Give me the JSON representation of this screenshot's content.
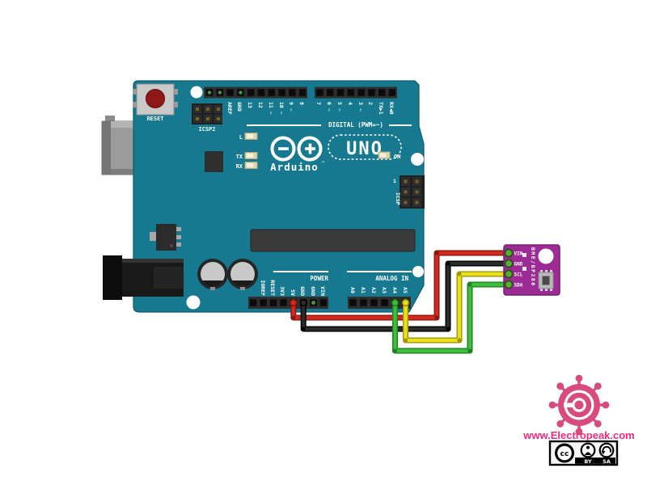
{
  "canvas": {
    "background": "#ffffff"
  },
  "arduino": {
    "board_color": "#17798F",
    "brand": "Arduino",
    "trademark": "™",
    "model": "UNO",
    "reset_label": "RESET",
    "icsp2_label": "ICSP2",
    "icsp_label": "ICSP",
    "icsp_pin1_label": "1",
    "led_l_label": "L",
    "led_tx_label": "TX",
    "led_rx_label": "RX",
    "on_label": "ON",
    "digital_caption": "DIGITAL (PWM=~)",
    "power_caption": "POWER",
    "analog_caption": "ANALOG IN",
    "digital_left_labels": [
      "AREF",
      "GND",
      "13",
      "12",
      "11 ~",
      "10 ~",
      "9 ~",
      "8"
    ],
    "digital_right_labels": [
      "7",
      "6 ~",
      "5 ~",
      "4",
      "3 ~",
      "2",
      "TX▶1",
      "RX◀0"
    ],
    "power_labels": [
      "IOREF",
      "RESET",
      "3V3",
      "5V",
      "GND",
      "GND",
      "VIN"
    ],
    "analog_labels": [
      "A0",
      "A1",
      "A2",
      "A3",
      "A4",
      "A5"
    ]
  },
  "module": {
    "board_color": "#9C2B96",
    "chip_name": "BME/BP280",
    "pin_labels": [
      "VIN",
      "GND",
      "SCL",
      "SDA"
    ]
  },
  "wires": [
    {
      "from": "5V",
      "to": "VIN",
      "color": "#D22A1E",
      "outline": "#8E1410"
    },
    {
      "from": "GND",
      "to": "GND",
      "color": "#2B2B2B",
      "outline": "#000000"
    },
    {
      "from": "A5",
      "to": "SCL",
      "color": "#E9E11F",
      "outline": "#9C9700"
    },
    {
      "from": "A4",
      "to": "SDA",
      "color": "#3DBE3D",
      "outline": "#1E801E"
    }
  ],
  "branding": {
    "website_label": "www.Electropeak.com",
    "website_color": "#EE2D7C",
    "logo_color": "#D84B7A"
  },
  "license": {
    "cc_label": "cc",
    "by_label": "BY",
    "sa_label": "SA"
  }
}
